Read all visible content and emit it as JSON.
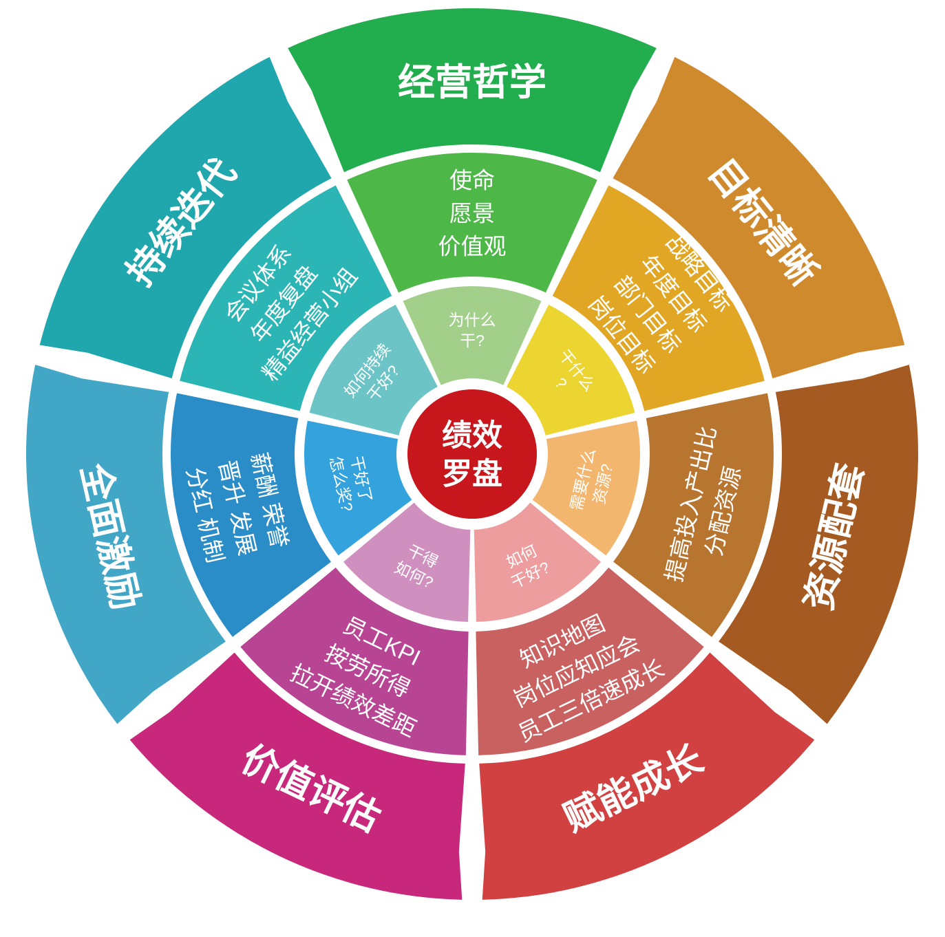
{
  "center": {
    "lines": [
      "绩效",
      "罗盘"
    ],
    "color": "#c8161d"
  },
  "segments": [
    {
      "outer_label": "经营哲学",
      "outer_color": "#22ad4e",
      "middle_lines": [
        "使命",
        "愿景",
        "价值观"
      ],
      "middle_color": "#4db848",
      "inner_lines": [
        "为什么",
        "干?"
      ],
      "inner_color": "#a2d08a"
    },
    {
      "outer_label": "目标清晰",
      "outer_color": "#d08a2e",
      "middle_lines": [
        "战略目标",
        "年度目标",
        "部门目标",
        "岗位目标"
      ],
      "middle_color": "#e1a623",
      "inner_lines": [
        "干什么",
        "?"
      ],
      "inner_color": "#ecd431"
    },
    {
      "outer_label": "资源配套",
      "outer_color": "#a55a22",
      "middle_lines": [
        "提高投入产出比",
        "分配资源"
      ],
      "middle_color": "#b87530",
      "inner_lines": [
        "需要什么",
        "资源?"
      ],
      "inner_color": "#f2b66f"
    },
    {
      "outer_label": "赋能成长",
      "outer_color": "#d24141",
      "middle_lines": [
        "知识地图",
        "岗位应知应会",
        "员工三倍速成长"
      ],
      "middle_color": "#c96161",
      "inner_lines": [
        "如何",
        "干好?"
      ],
      "inner_color": "#ed9d9d"
    },
    {
      "outer_label": "价值评估",
      "outer_color": "#c8287b",
      "middle_lines": [
        "员工KPI",
        "按劳所得",
        "拉开绩效差距"
      ],
      "middle_color": "#b84593",
      "inner_lines": [
        "干得",
        "如何?"
      ],
      "inner_color": "#cf8fbf"
    },
    {
      "outer_label": "全面激励",
      "outer_color": "#42a6c7",
      "middle_lines": [
        "薪酬 荣誉",
        "晋升 发展",
        "分红 机制"
      ],
      "middle_color": "#2b8dc7",
      "inner_lines": [
        "干好了",
        "怎么奖?"
      ],
      "inner_color": "#34a3dd"
    },
    {
      "outer_label": "持续迭代",
      "outer_color": "#1fa7ad",
      "middle_lines": [
        "会议体系",
        "年度复盘",
        "精益经营小组"
      ],
      "middle_color": "#2bb5b5",
      "inner_lines": [
        "如何持续",
        "干好?"
      ],
      "inner_color": "#6cc4c6"
    }
  ]
}
